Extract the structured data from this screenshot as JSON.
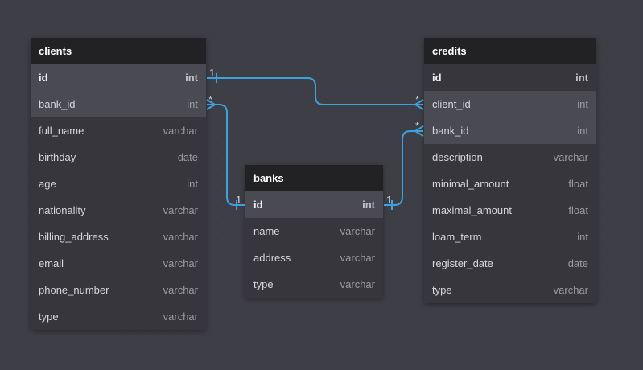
{
  "colors": {
    "background": "#3e3e46",
    "header": "#222224",
    "row": "#36363c",
    "row_highlight": "#4a4a53",
    "link": "#3aa3dd"
  },
  "tables": {
    "clients": {
      "name": "clients",
      "columns": [
        {
          "name": "id",
          "type": "int"
        },
        {
          "name": "bank_id",
          "type": "int"
        },
        {
          "name": "full_name",
          "type": "varchar"
        },
        {
          "name": "birthday",
          "type": "date"
        },
        {
          "name": "age",
          "type": "int"
        },
        {
          "name": "nationality",
          "type": "varchar"
        },
        {
          "name": "billing_address",
          "type": "varchar"
        },
        {
          "name": "email",
          "type": "varchar"
        },
        {
          "name": "phone_number",
          "type": "varchar"
        },
        {
          "name": "type",
          "type": "varchar"
        }
      ]
    },
    "banks": {
      "name": "banks",
      "columns": [
        {
          "name": "id",
          "type": "int"
        },
        {
          "name": "name",
          "type": "varchar"
        },
        {
          "name": "address",
          "type": "varchar"
        },
        {
          "name": "type",
          "type": "varchar"
        }
      ]
    },
    "credits": {
      "name": "credits",
      "columns": [
        {
          "name": "id",
          "type": "int"
        },
        {
          "name": "client_id",
          "type": "int"
        },
        {
          "name": "bank_id",
          "type": "int"
        },
        {
          "name": "description",
          "type": "varchar"
        },
        {
          "name": "minimal_amount",
          "type": "float"
        },
        {
          "name": "maximal_amount",
          "type": "float"
        },
        {
          "name": "loam_term",
          "type": "int"
        },
        {
          "name": "register_date",
          "type": "date"
        },
        {
          "name": "type",
          "type": "varchar"
        }
      ]
    }
  },
  "relationships": [
    {
      "from": "clients.id",
      "to": "credits.client_id",
      "from_card": "1",
      "to_card": "*"
    },
    {
      "from": "clients.bank_id",
      "to": "banks.id",
      "from_card": "*",
      "to_card": "1"
    },
    {
      "from": "banks.id",
      "to": "credits.bank_id",
      "from_card": "1",
      "to_card": "*"
    }
  ]
}
